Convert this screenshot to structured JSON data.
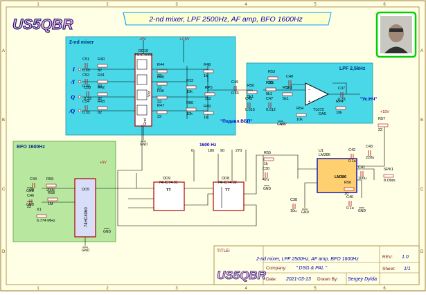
{
  "header": {
    "callsign": "US5QBR",
    "title": "2-nd mixer, LPF 2500Hz, AF amp, BFO 1600Hz"
  },
  "blocks": {
    "mixer": "2-nd mixer",
    "lpf": "LPF 2,5kHz",
    "bfo": "BFO 1600Hz"
  },
  "frame": {
    "columns": [
      "1",
      "2",
      "3",
      "4",
      "5",
      "6"
    ],
    "rows": [
      "A",
      "B",
      "C",
      "D"
    ]
  },
  "components": {
    "dd10": {
      "ref": "DD10",
      "part": "74HC4066",
      "vcc": "Vcc",
      "gnd": "Gnd"
    },
    "dd5": {
      "ref": "DD5",
      "part": "74HC4060"
    },
    "dd9": {
      "ref": "DD9",
      "part": "74HC74.01",
      "body": "TT"
    },
    "dd8": {
      "ref": "DD8",
      "part": "74HC74.02",
      "body": "TT"
    },
    "da9": {
      "ref": "DA9",
      "part": "TL072"
    },
    "u1": {
      "ref": "U1",
      "part": "LM386",
      "body": "LM386"
    }
  },
  "signals": {
    "inputs": [
      "I",
      "/I",
      "Q",
      "/Q"
    ],
    "bfo_out": "\"Подавл.ВБП\"",
    "af_out": "\"Ус.НЧ\"",
    "freq": "1600 Hz",
    "freq_points": [
      "0",
      "180",
      "90",
      "270"
    ]
  },
  "power": {
    "v5": "+5V",
    "v25": "+2,5V",
    "v15": "+15V",
    "v5b": "+5V",
    "gnd": "GND"
  },
  "parts": [
    {
      "ref": "C51",
      "val": "0.33"
    },
    {
      "ref": "R40",
      "val": "82"
    },
    {
      "ref": "C52",
      "val": "0.33"
    },
    {
      "ref": "R41",
      "val": "82"
    },
    {
      "ref": "C53",
      "val": "0.33"
    },
    {
      "ref": "R42",
      "val": "82"
    },
    {
      "ref": "C54",
      "val": "0.33"
    },
    {
      "ref": "R43",
      "val": "82"
    },
    {
      "ref": "R44",
      "val": "22"
    },
    {
      "ref": "R45",
      "val": "22"
    },
    {
      "ref": "R46",
      "val": "22"
    },
    {
      "ref": "R47",
      "val": "22"
    },
    {
      "ref": "R48",
      "val": "1k"
    },
    {
      "ref": "R33",
      "val": "10k"
    },
    {
      "ref": "R80",
      "val": "10k"
    },
    {
      "ref": "R49",
      "val": "1k"
    },
    {
      "ref": "RP5",
      "val": "2k2"
    },
    {
      "ref": "C49",
      "val": "0.33"
    },
    {
      "ref": "R50",
      "val": "5k1"
    },
    {
      "ref": "R53",
      "val": "10k"
    },
    {
      "ref": "C48",
      "val": "1n2"
    },
    {
      "ref": "R51",
      "val": "5k1"
    },
    {
      "ref": "R52",
      "val": "5k1"
    },
    {
      "ref": "C45",
      "val": "0.015"
    },
    {
      "ref": "C47",
      "val": "0.012"
    },
    {
      "ref": "R54",
      "val": "10k"
    },
    {
      "ref": "C37",
      "val": "0.33"
    },
    {
      "ref": "RP4",
      "val": "10k"
    },
    {
      "ref": "R57",
      "val": "22"
    },
    {
      "ref": "R55",
      "val": "1k"
    },
    {
      "ref": "C30",
      "val": "47n"
    },
    {
      "ref": "C42",
      "val": "0.1u"
    },
    {
      "ref": "C43",
      "val": "220u"
    },
    {
      "ref": "C41",
      "val": "100u"
    },
    {
      "ref": "SPK1",
      "val": "8 Ohm"
    },
    {
      "ref": "R56",
      "val": "10"
    },
    {
      "ref": "C40",
      "val": "0.1u"
    },
    {
      "ref": "C38",
      "val": "10u"
    },
    {
      "ref": "C44",
      "val": "22"
    },
    {
      "ref": "R59",
      "val": "200k"
    },
    {
      "ref": "R58",
      "val": "1M"
    },
    {
      "ref": "C46",
      "val": "22"
    },
    {
      "ref": "X1",
      "val": "6.774 MHz"
    }
  ],
  "titleblock": {
    "title_label": "TITLE:",
    "company_label": "Company:",
    "company": "\" DSG & PAL \"",
    "date_label": "Date:",
    "date": "2021-03-13",
    "drawn_by_label": "Drawn By:",
    "author": "Sergey Dylda",
    "rev_label": "REV:",
    "rev": "1.0",
    "sheet_label": "Sheet:",
    "sheet": "1/1"
  }
}
